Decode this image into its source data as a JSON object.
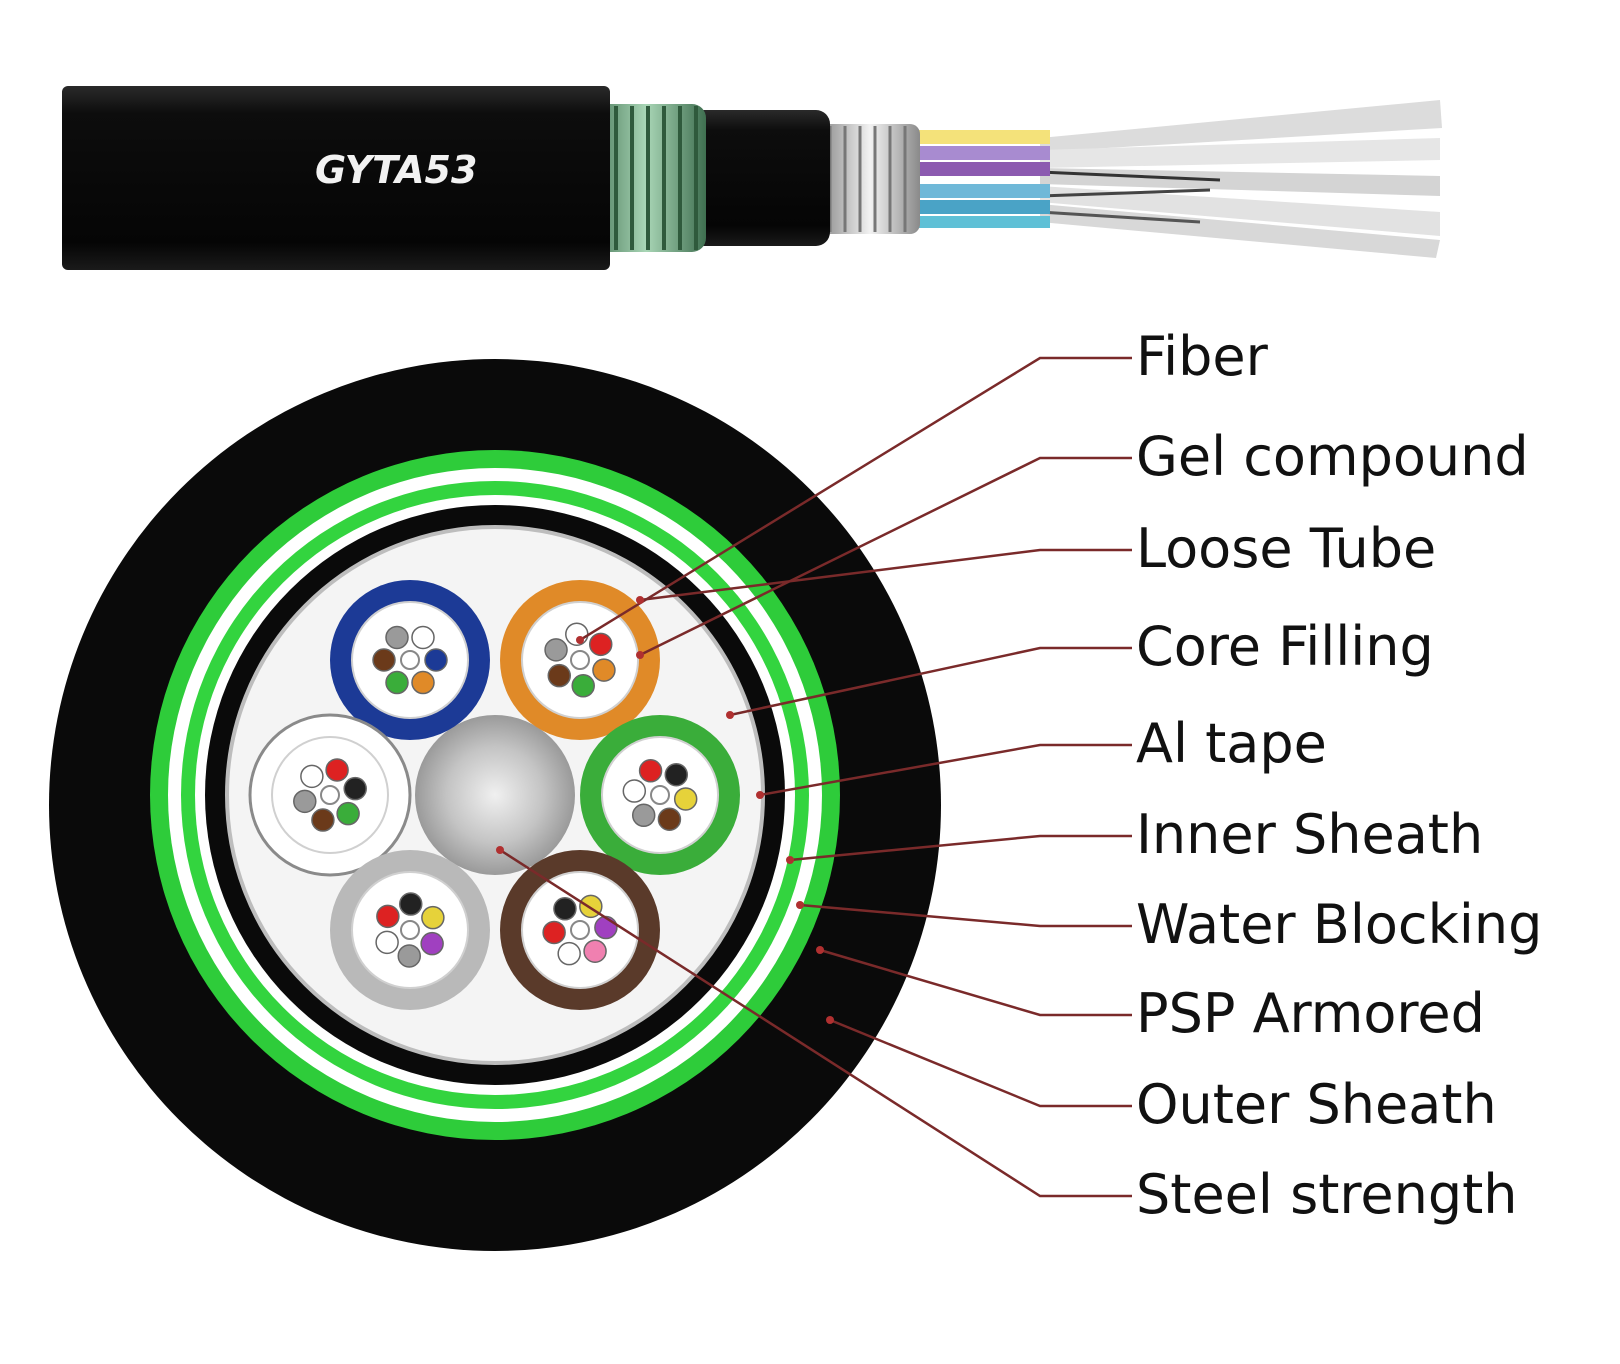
{
  "cable": {
    "model": "GYTA53"
  },
  "labels": [
    "Fiber",
    "Gel compound",
    "Loose Tube",
    "Core Filling",
    "Al tape",
    "Inner Sheath",
    "Water Blocking",
    "PSP Armored",
    "Outer Sheath",
    "Steel strength"
  ],
  "colors": {
    "sheath": "#0a0a0a",
    "armor_green": "#2ecc3a",
    "leader_line": "#7a2a2a",
    "tube_blue": "#1c3a96",
    "tube_orange": "#e08a28",
    "tube_white": "#ffffff",
    "tube_green": "#3aad3a",
    "tube_grey": "#b9b9b9",
    "tube_brown": "#5a3a2a",
    "central_member": "#c8c8c8"
  },
  "tubes": [
    {
      "name": "tube-blue",
      "color": "#1c3a96"
    },
    {
      "name": "tube-orange",
      "color": "#e08a28"
    },
    {
      "name": "tube-white",
      "color": "#ffffff"
    },
    {
      "name": "tube-green",
      "color": "#3aad3a"
    },
    {
      "name": "tube-grey",
      "color": "#b9b9b9"
    },
    {
      "name": "tube-brown",
      "color": "#5a3a2a"
    }
  ]
}
